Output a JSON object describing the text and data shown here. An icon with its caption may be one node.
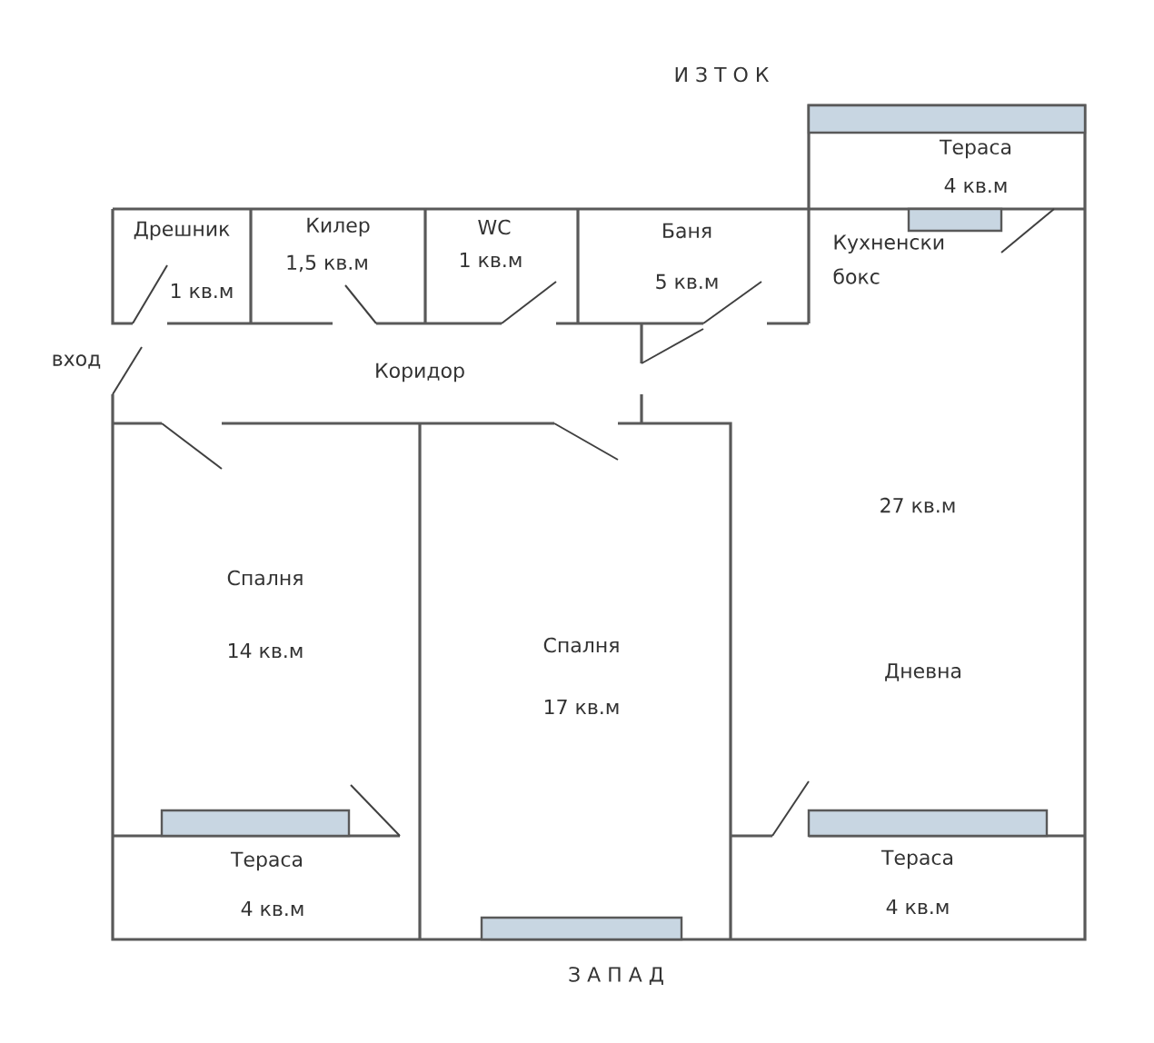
{
  "diagram": {
    "labels": [
      "И З Т О К",
      "Тераса",
      "4 кв.м",
      "Дрешник",
      "Килер",
      "WC",
      "Баня",
      "1,5 кв.м",
      "1 кв.м",
      "Кухненски бокс",
      "1 кв.м",
      "5 кв.м",
      "вход",
      "Коридор",
      "27 кв.м",
      "Спалня",
      "14 кв.м",
      "Спалня",
      "17 кв.м",
      "Дневна",
      "Тераса",
      "4 кв.м",
      "Тераса",
      "4 кв.м",
      "З А П А Д"
    ]
  }
}
